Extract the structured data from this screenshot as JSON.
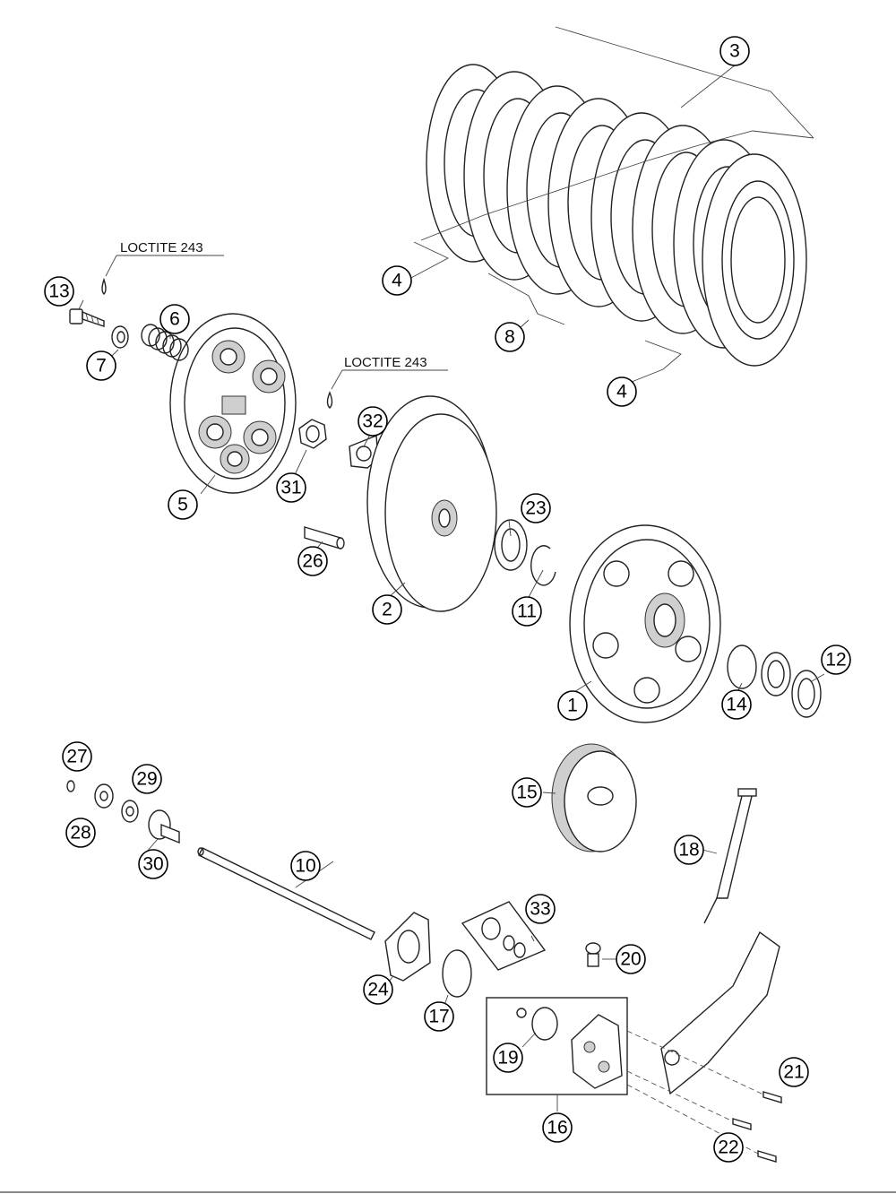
{
  "diagram": {
    "notes": [
      {
        "id": "loctite-1",
        "text": "LOCTITE 243"
      },
      {
        "id": "loctite-2",
        "text": "LOCTITE 243"
      }
    ],
    "callouts": [
      {
        "id": "1",
        "label": "1"
      },
      {
        "id": "2",
        "label": "2"
      },
      {
        "id": "3",
        "label": "3"
      },
      {
        "id": "4a",
        "label": "4"
      },
      {
        "id": "4b",
        "label": "4"
      },
      {
        "id": "5",
        "label": "5"
      },
      {
        "id": "6",
        "label": "6"
      },
      {
        "id": "7",
        "label": "7"
      },
      {
        "id": "8",
        "label": "8"
      },
      {
        "id": "10",
        "label": "10"
      },
      {
        "id": "11",
        "label": "11"
      },
      {
        "id": "12",
        "label": "12"
      },
      {
        "id": "13",
        "label": "13"
      },
      {
        "id": "14",
        "label": "14"
      },
      {
        "id": "15",
        "label": "15"
      },
      {
        "id": "16",
        "label": "16"
      },
      {
        "id": "17",
        "label": "17"
      },
      {
        "id": "18",
        "label": "18"
      },
      {
        "id": "19",
        "label": "19"
      },
      {
        "id": "20",
        "label": "20"
      },
      {
        "id": "21",
        "label": "21"
      },
      {
        "id": "22",
        "label": "22"
      },
      {
        "id": "23",
        "label": "23"
      },
      {
        "id": "24",
        "label": "24"
      },
      {
        "id": "26",
        "label": "26"
      },
      {
        "id": "27",
        "label": "27"
      },
      {
        "id": "28",
        "label": "28"
      },
      {
        "id": "29",
        "label": "29"
      },
      {
        "id": "30",
        "label": "30"
      },
      {
        "id": "31",
        "label": "31"
      },
      {
        "id": "32",
        "label": "32"
      },
      {
        "id": "33",
        "label": "33"
      }
    ]
  }
}
